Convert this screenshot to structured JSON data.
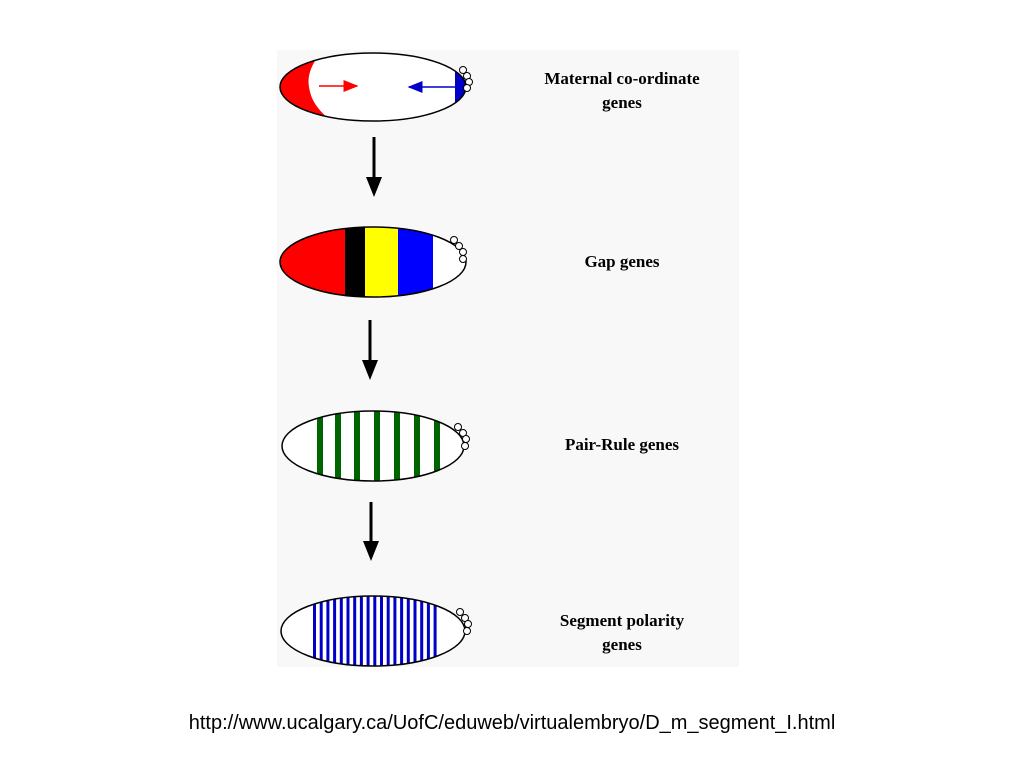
{
  "stages": [
    {
      "label": "Maternal co-ordinate\ngenes"
    },
    {
      "label": "Gap genes"
    },
    {
      "label": "Pair-Rule genes"
    },
    {
      "label": "Segment polarity\ngenes"
    }
  ],
  "colors": {
    "maternal_anterior": "#ff0000",
    "maternal_posterior": "#0000c8",
    "gap": [
      "#ff0000",
      "#000000",
      "#ffff00",
      "#0000ff",
      "#ffffff"
    ],
    "pair_rule_stripes": "#006400",
    "segment_polarity_stripes": "#0000c8"
  },
  "footer": {
    "url": "http://www.ucalgary.ca/UofC/eduweb/virtualembryo/D_m_segment_I.html"
  }
}
